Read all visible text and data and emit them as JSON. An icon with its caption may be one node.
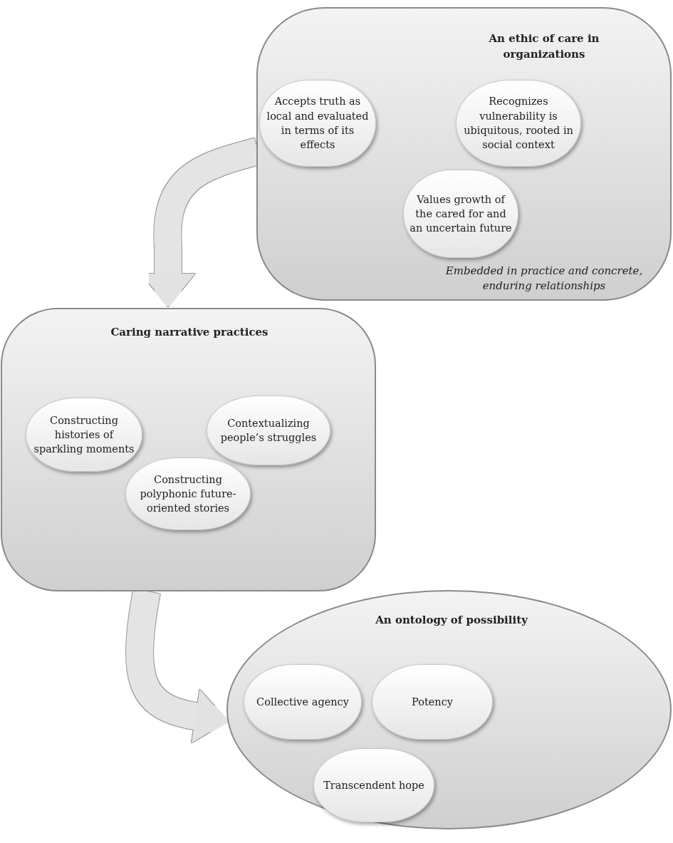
{
  "diagram": {
    "nodes": [
      {
        "text": [
          "An ethic of care in organizations",
          "Embedded in practice and concrete, enduring relationships"
        ]
      },
      {
        "text": [
          "Accepts truth as local and evaluated in terms of its effects"
        ],
        "in": 0
      },
      {
        "text": [
          "Recognizes vulnerability is ubiquitous, rooted in social context"
        ],
        "in": 0
      },
      {
        "text": [
          "Values growth of the cared for and an uncertain future"
        ],
        "in": 0
      },
      {
        "text": [
          "Caring narrative practices"
        ]
      },
      {
        "text": [
          "Constructing histories of sparkling moments"
        ],
        "in": 4
      },
      {
        "text": [
          "Contextualizing people’s struggles"
        ],
        "in": 4
      },
      {
        "text": [
          "Constructing polyphonic future-oriented stories"
        ],
        "in": 4
      },
      {
        "text": [
          "An ontology of possibility"
        ]
      },
      {
        "text": [
          "Collective agency"
        ],
        "in": 8
      },
      {
        "text": [
          "Potency"
        ],
        "in": 8
      },
      {
        "text": [
          "Transcendent hope"
        ],
        "in": 8
      }
    ],
    "edges": [
      {
        "from": 0,
        "to": 4,
        "arrow": "to"
      },
      {
        "from": 4,
        "to": 8,
        "arrow": "to"
      }
    ]
  }
}
